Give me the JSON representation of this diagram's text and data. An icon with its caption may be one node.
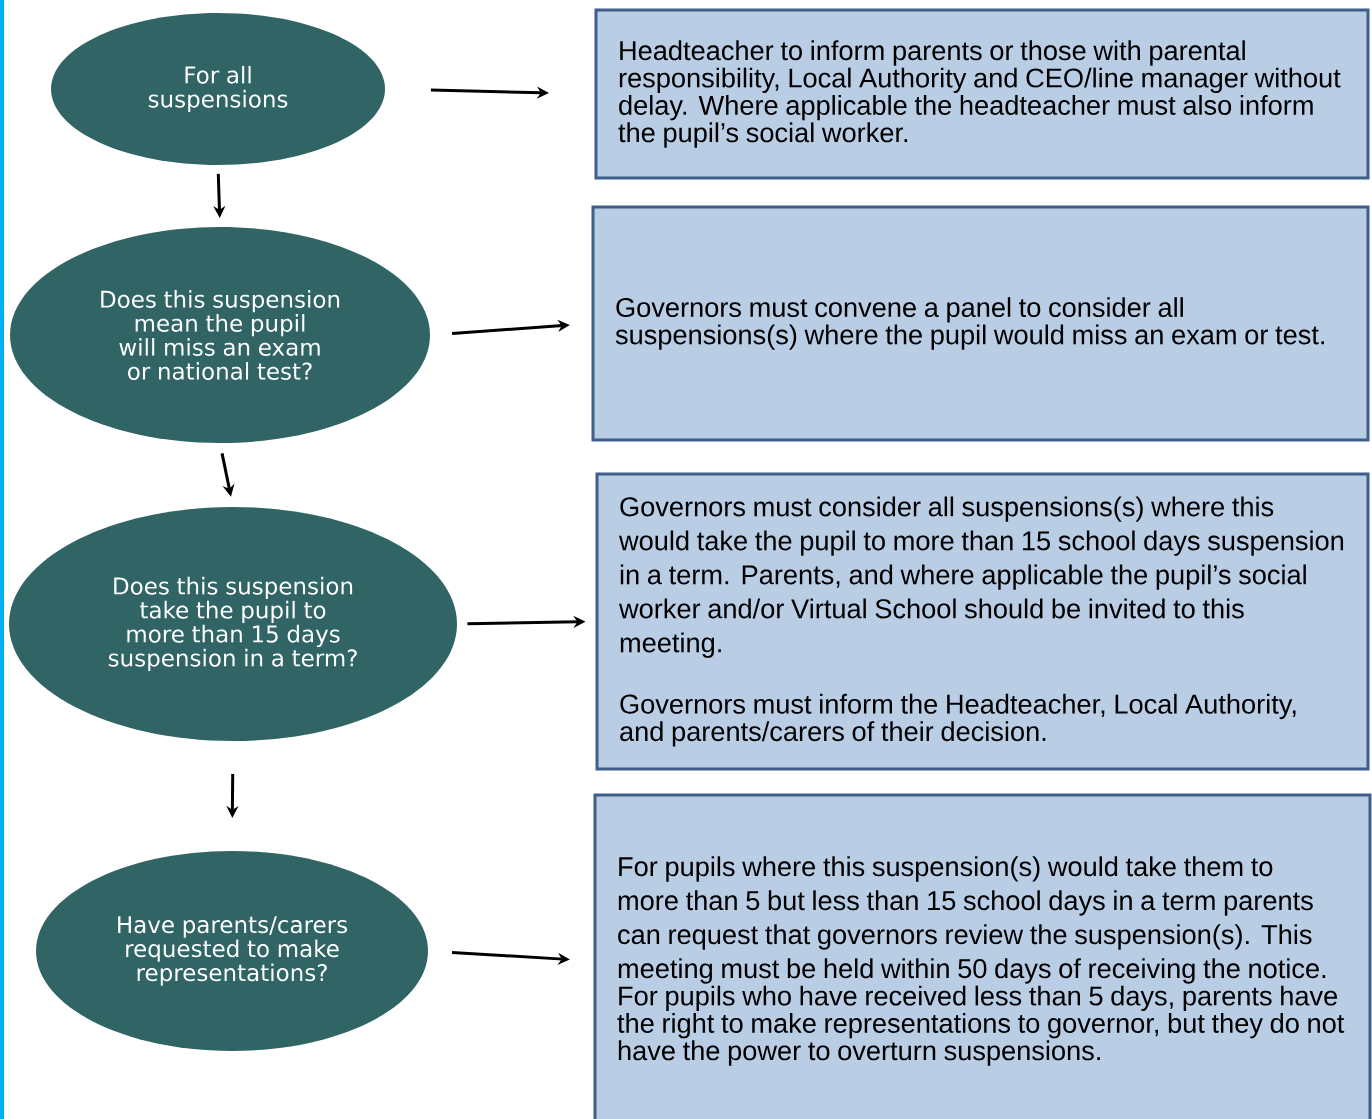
{
  "diagram": {
    "nodes": [
      {
        "text": [
          "For all suspensions"
        ]
      },
      {
        "text": [
          "Headteacher to inform parents or those with parental responsibility, Local Authority and CEO/line manager without delay. Where applicable the headteacher must also inform the pupil’s social worker."
        ]
      },
      {
        "text": [
          "Does this suspension mean the pupil will miss an exam or national test?"
        ]
      },
      {
        "text": [
          "Governors must convene a panel to consider all suspensions(s) where the pupil would miss an exam or test."
        ]
      },
      {
        "text": [
          "Does this suspension take the pupil to more than 15 days suspension in a term?"
        ]
      },
      {
        "text": [
          "Governors must consider all suspensions(s) where this would take the pupil to more than 15 school days suspension in a term. Parents, and where applicable the pupil’s social worker and/or Virtual School should be invited to this meeting.",
          "Governors must inform the Headteacher, Local Authority, and parents/carers of their decision."
        ]
      },
      {
        "text": [
          "Have parents/carers requested to make representations?"
        ]
      },
      {
        "text": [
          "For pupils where this suspension(s) would take them to more than 5 but less than 15 school days in a term parents can request that governors review the suspension(s). This meeting must be held within 50 days of receiving the notice.",
          "For pupils who have received less than 5 days, parents have the right to make representations to governor, but they do not have the power to overturn suspensions."
        ]
      }
    ],
    "edges": [
      {
        "from": 0,
        "to": 1,
        "arrow": "to"
      },
      {
        "from": 0,
        "to": 2,
        "arrow": "to"
      },
      {
        "from": 2,
        "to": 3,
        "arrow": "to"
      },
      {
        "from": 2,
        "to": 4,
        "arrow": "to"
      },
      {
        "from": 4,
        "to": 5,
        "arrow": "to"
      },
      {
        "from": 4,
        "to": 6,
        "arrow": "to"
      },
      {
        "from": 6,
        "to": 7,
        "arrow": "to"
      }
    ]
  }
}
